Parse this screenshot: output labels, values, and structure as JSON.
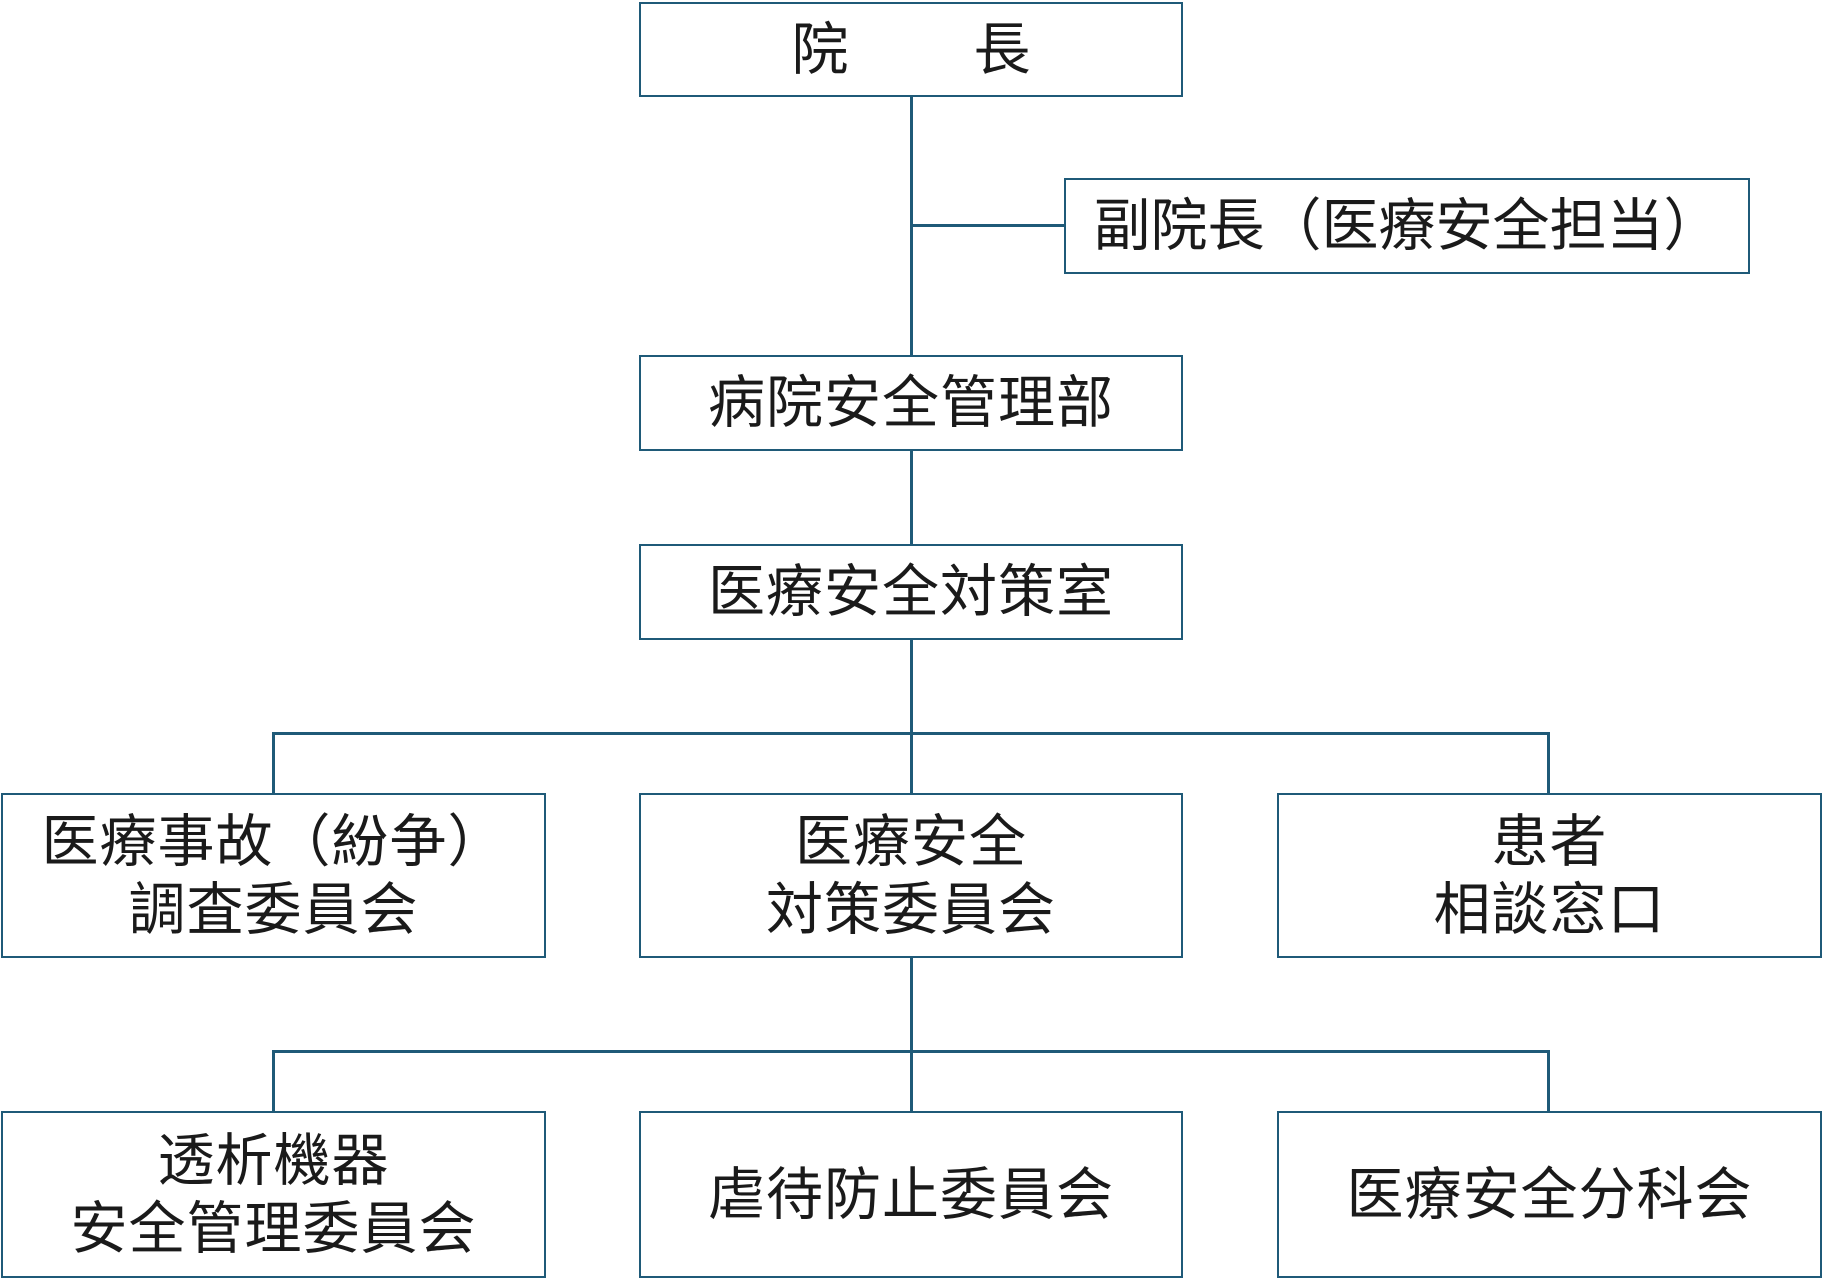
{
  "org_chart": {
    "director": "院　長",
    "vice_director": "副院長（医療安全担当）",
    "safety_department": "病院安全管理部",
    "safety_office": "医療安全対策室",
    "level3": [
      {
        "lines": [
          "医療事故（紛争）",
          "調査委員会"
        ]
      },
      {
        "lines": [
          "医療安全",
          "対策委員会"
        ]
      },
      {
        "lines": [
          "患者",
          "相談窓口"
        ]
      }
    ],
    "level4": [
      {
        "lines": [
          "透析機器",
          "安全管理委員会"
        ]
      },
      {
        "lines": [
          "虐待防止委員会"
        ]
      },
      {
        "lines": [
          "医療安全分科会"
        ]
      }
    ]
  },
  "colors": {
    "border": "#1f5a78",
    "text": "#1a1a1a",
    "background": "#ffffff"
  }
}
